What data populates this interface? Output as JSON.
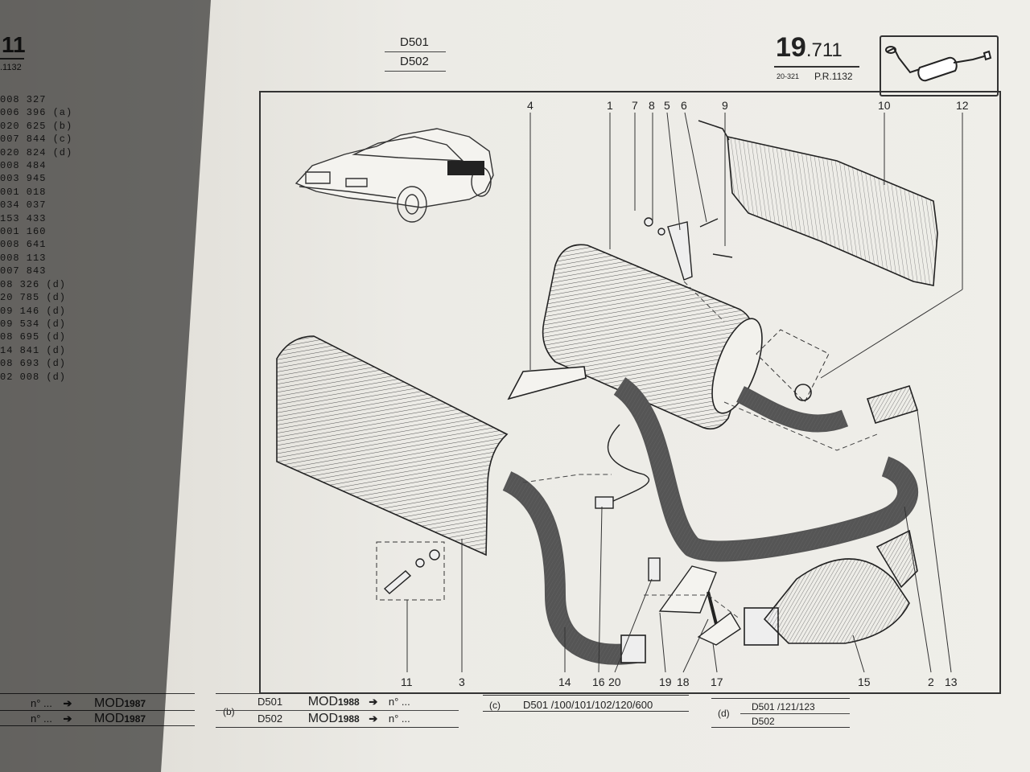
{
  "header": {
    "model_top": "D501",
    "model_bottom": "D502",
    "page_number_big": "19",
    "page_number_small": ".711",
    "ref_left": "20-321",
    "ref_right": "P.R.1132",
    "left_page_fragment_num": "11",
    "left_page_fragment_ref": ".1132"
  },
  "left_list": [
    "008 327",
    "006 396 (a)",
    "020 625 (b)",
    "007 844 (c)",
    "020 824 (d)",
    "008 484",
    "003 945",
    "001 018",
    "034 037",
    "153 433",
    "001 160",
    "008 641",
    "008 113",
    "007 843",
    "08 326 (d)",
    "20 785 (d)",
    "09 146 (d)",
    "09 534 (d)",
    "08 695 (d)",
    "14 841 (d)",
    "08 693 (d)",
    "02 008 (d)"
  ],
  "callouts": {
    "c4": "4",
    "c1": "1",
    "c7": "7",
    "c8": "8",
    "c5": "5",
    "c6": "6",
    "c9": "9",
    "c10": "10",
    "c12": "12",
    "b11": "11",
    "b3": "3",
    "b14": "14",
    "b16": "16",
    "b20": "20",
    "b19": "19",
    "b18": "18",
    "b17": "17",
    "b15": "15",
    "b2": "2",
    "b13": "13"
  },
  "footer": {
    "left_row1": {
      "no": "n° ...",
      "arrow": "➔",
      "mod": "MOD",
      "year": "1987"
    },
    "left_row2": {
      "no": "n° ...",
      "arrow": "➔",
      "mod": "MOD",
      "year": "1987"
    },
    "b_tag": "(b)",
    "b_row1": {
      "model": "D501",
      "mod": "MOD",
      "year": "1988",
      "arrow": "➔",
      "no": "n° ..."
    },
    "b_row2": {
      "model": "D502",
      "mod": "MOD",
      "year": "1988",
      "arrow": "➔",
      "no": "n° ..."
    },
    "c_tag": "(c)",
    "c_text": "D501 /100/101/102/120/600",
    "d_tag": "(d)",
    "d_row1": "D501 /121/123",
    "d_row2": "D502"
  }
}
